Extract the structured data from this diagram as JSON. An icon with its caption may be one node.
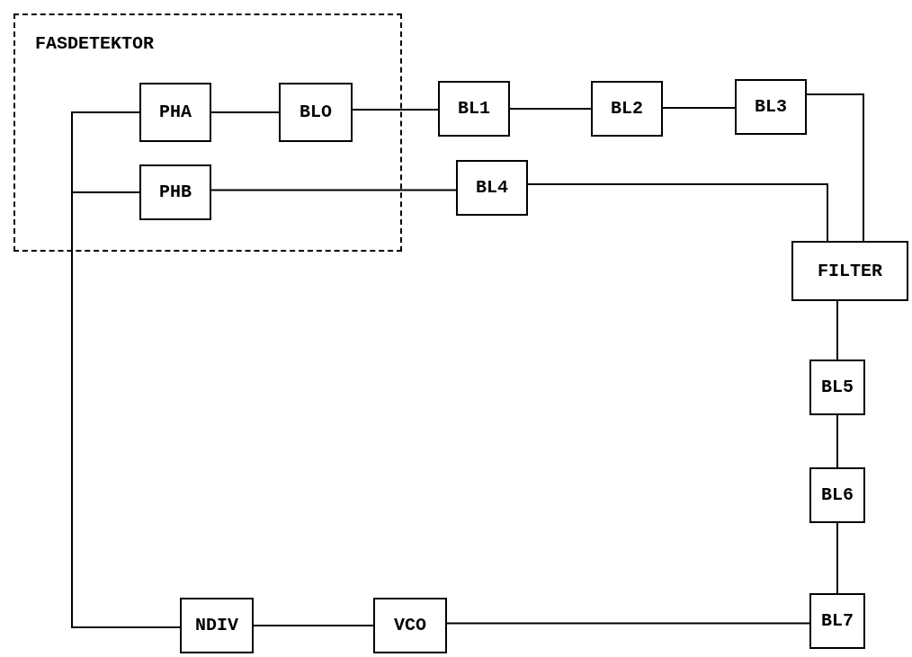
{
  "diagram": {
    "nodes": [
      {
        "text": [
          "FASDETEKTOR"
        ]
      },
      {
        "text": [
          "PHA"
        ],
        "in": 0
      },
      {
        "text": [
          "BLO"
        ],
        "in": 0
      },
      {
        "text": [
          "BL1"
        ]
      },
      {
        "text": [
          "BL2"
        ]
      },
      {
        "text": [
          "BL3"
        ]
      },
      {
        "text": [
          "PHB"
        ],
        "in": 0
      },
      {
        "text": [
          "BL4"
        ]
      },
      {
        "text": [
          "FILTER"
        ]
      },
      {
        "text": [
          "BL5"
        ]
      },
      {
        "text": [
          "BL6"
        ]
      },
      {
        "text": [
          "BL7"
        ]
      },
      {
        "text": [
          "VCO"
        ]
      },
      {
        "text": [
          "NDIV"
        ]
      }
    ],
    "edges": [
      {
        "from": 1,
        "to": 2,
        "arrow": "none"
      },
      {
        "from": 2,
        "to": 3,
        "arrow": "none"
      },
      {
        "from": 3,
        "to": 4,
        "arrow": "none"
      },
      {
        "from": 4,
        "to": 5,
        "arrow": "none"
      },
      {
        "from": 5,
        "to": 8,
        "arrow": "none"
      },
      {
        "from": 6,
        "to": 7,
        "arrow": "none"
      },
      {
        "from": 7,
        "to": 8,
        "arrow": "none"
      },
      {
        "from": 8,
        "to": 9,
        "arrow": "none"
      },
      {
        "from": 9,
        "to": 10,
        "arrow": "none"
      },
      {
        "from": 10,
        "to": 11,
        "arrow": "none"
      },
      {
        "from": 11,
        "to": 12,
        "arrow": "none"
      },
      {
        "from": 12,
        "to": 13,
        "arrow": "none"
      },
      {
        "from": 13,
        "to": 1,
        "arrow": "none"
      },
      {
        "from": 13,
        "to": 6,
        "arrow": "none"
      }
    ]
  }
}
